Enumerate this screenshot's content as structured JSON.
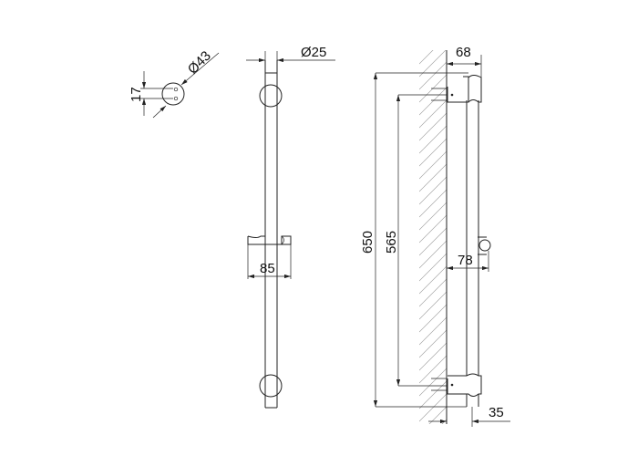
{
  "drawing": {
    "title": "Shower rail dimension drawing",
    "dimensions": {
      "bracket_offset": "17",
      "bracket_diameter": "Ø43",
      "rail_diameter": "Ø25",
      "holder_width": "85",
      "total_height": "650",
      "bracket_spacing": "565",
      "bracket_depth": "68",
      "holder_depth": "78",
      "rail_axis_offset": "35"
    }
  }
}
